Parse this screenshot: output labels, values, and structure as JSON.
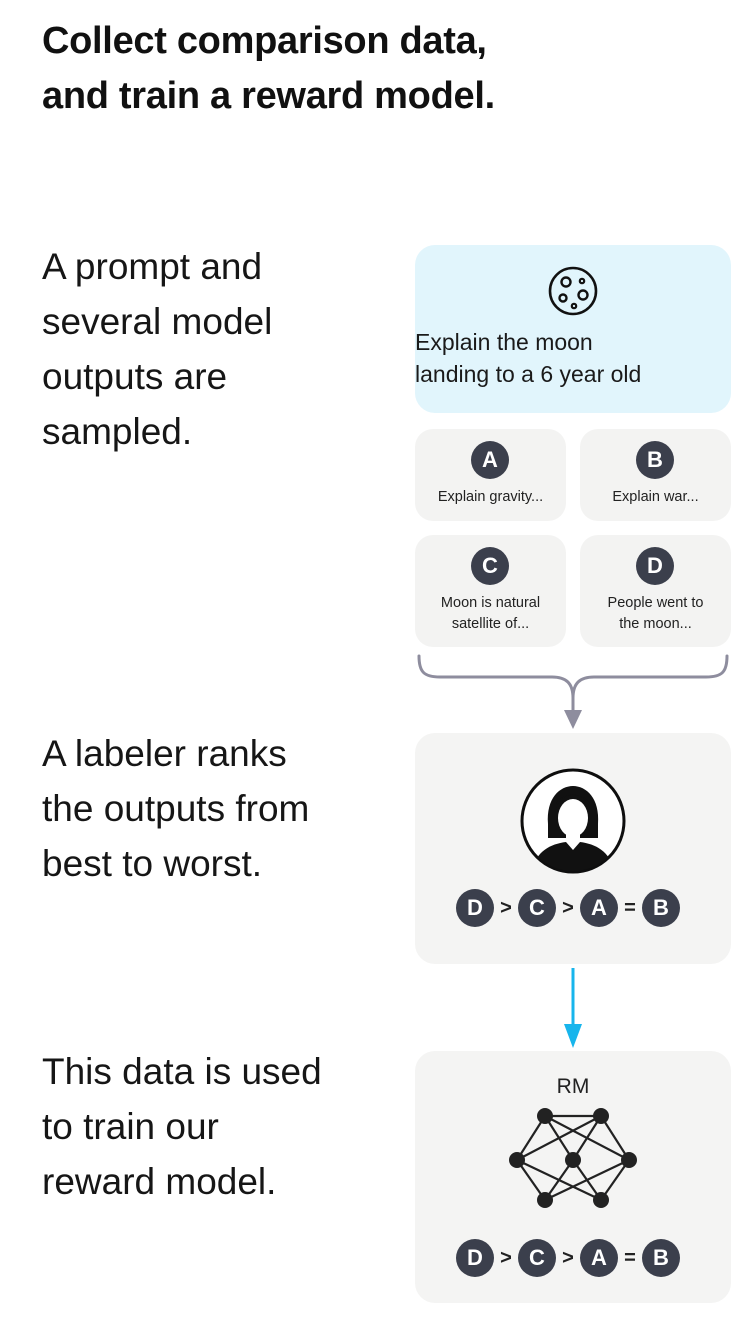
{
  "title": {
    "line1": "Collect comparison data,",
    "line2": "and train a reward model."
  },
  "steps": [
    {
      "lines": [
        "A prompt and",
        "several model",
        "outputs are",
        "sampled."
      ]
    },
    {
      "lines": [
        "A labeler ranks",
        "the outputs from",
        "best to worst."
      ]
    },
    {
      "lines": [
        "This data is used",
        "to train our",
        "reward model."
      ]
    }
  ],
  "prompt": {
    "icon": "moon-icon",
    "line1": "Explain the moon",
    "line2": "landing to a 6 year old"
  },
  "outputs": [
    {
      "badge": "A",
      "line1": "Explain gravity...",
      "line2": ""
    },
    {
      "badge": "B",
      "line1": "Explain war...",
      "line2": ""
    },
    {
      "badge": "C",
      "line1": "Moon is natural",
      "line2": "satellite of..."
    },
    {
      "badge": "D",
      "line1": "People went to",
      "line2": "the moon..."
    }
  ],
  "labeler": {
    "icon": "labeler-avatar-icon"
  },
  "ranking": {
    "items": [
      "D",
      "C",
      "A",
      "B"
    ],
    "ops": [
      ">",
      ">",
      "="
    ]
  },
  "reward_model": {
    "label": "RM",
    "icon": "neural-network-icon",
    "ranking_items": [
      "D",
      "C",
      "A",
      "B"
    ],
    "ranking_ops": [
      ">",
      ">",
      "="
    ]
  },
  "colors": {
    "prompt_bg": "#e1f5fc",
    "panel_bg": "#f4f4f3",
    "badge_bg": "#3b3f4c",
    "gray_arrow": "#8e8d9e",
    "blue_arrow": "#17b5ec"
  }
}
